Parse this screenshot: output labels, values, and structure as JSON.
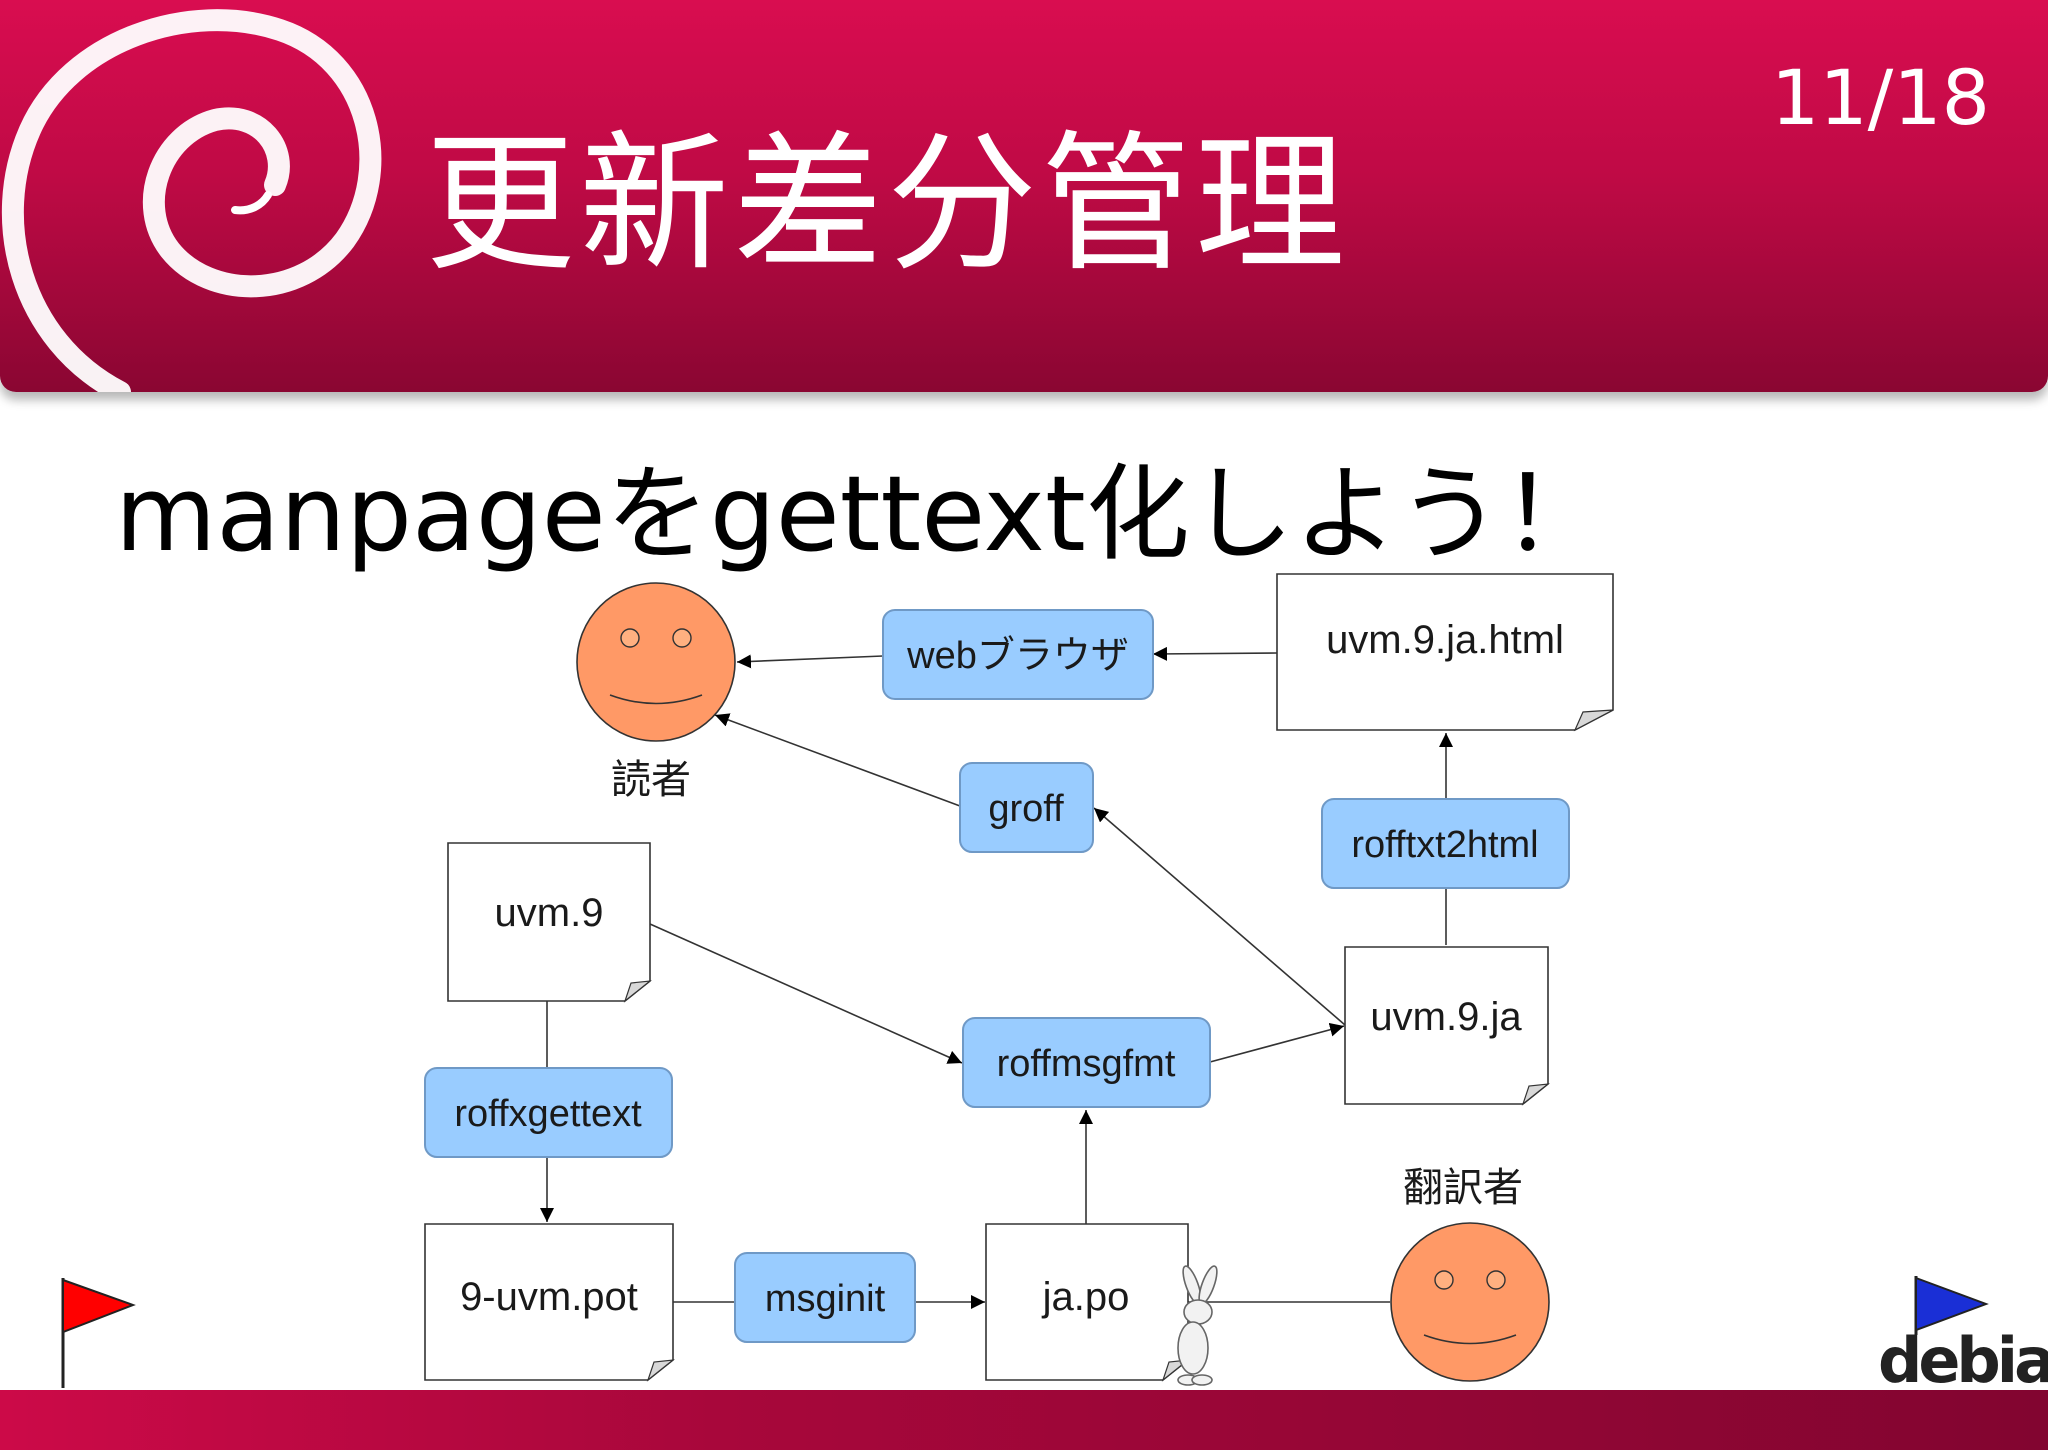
{
  "slide": {
    "title": "更新差分管理",
    "page_number": "11/18",
    "subtitle": "manpageをgettext化しよう！"
  },
  "diagram": {
    "documents": {
      "uvm_ja_html": "uvm.9.ja.html",
      "uvm_9": "uvm.9",
      "uvm_9_ja": "uvm.9.ja",
      "pot": "9-uvm.pot",
      "ja_po": "ja.po"
    },
    "processes": {
      "web_browser": "webブラウザ",
      "groff": "groff",
      "rofftxt2html": "rofftxt2html",
      "roffmsgfmt": "roffmsgfmt",
      "roffxgettext": "roffxgettext",
      "msginit": "msginit"
    },
    "people": {
      "reader": "読者",
      "translator": "翻訳者"
    }
  },
  "logo": {
    "text": "debian"
  },
  "colors": {
    "header_red": "#c50b48",
    "process_fill": "#99ccff",
    "process_stroke": "#6f99c6",
    "face_fill": "#ff9966",
    "flag_red": "#ff0000",
    "flag_blue": "#1a2fd6"
  }
}
